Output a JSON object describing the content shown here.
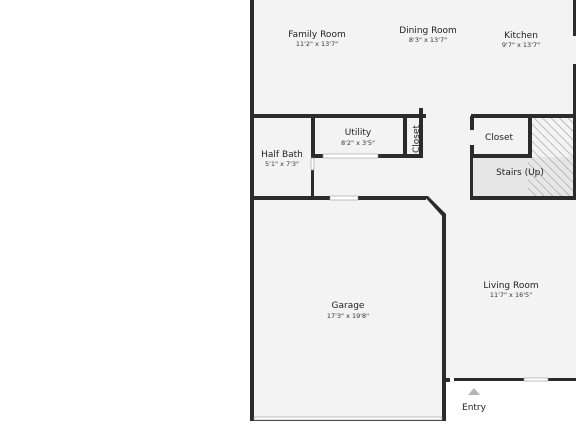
{
  "rooms": [
    {
      "name": "Family Room",
      "dims": "11'2\" x 13'7\""
    },
    {
      "name": "Dining Room",
      "dims": "8'3\" x 13'7\""
    },
    {
      "name": "Kitchen",
      "dims": "9'7\" x 13'7\""
    },
    {
      "name": "Half Bath",
      "dims": "5'1\" x 7'3\""
    },
    {
      "name": "Utility",
      "dims": "8'2\" x 3'5\""
    },
    {
      "name": "Closet"
    },
    {
      "name": "Closet"
    },
    {
      "name": "Stairs (Up)"
    },
    {
      "name": "Garage",
      "dims": "17'3\" x 19'8\""
    },
    {
      "name": "Living Room",
      "dims": "11'7\" x 16'5\""
    }
  ],
  "entry": {
    "label": "Entry"
  },
  "colors": {
    "wall": "#2b2b2b",
    "floor": "#f3f3f3",
    "stairs": "#e6e6e6",
    "hatch": "#8a8a8a",
    "arrow": "#b5b5b5"
  }
}
